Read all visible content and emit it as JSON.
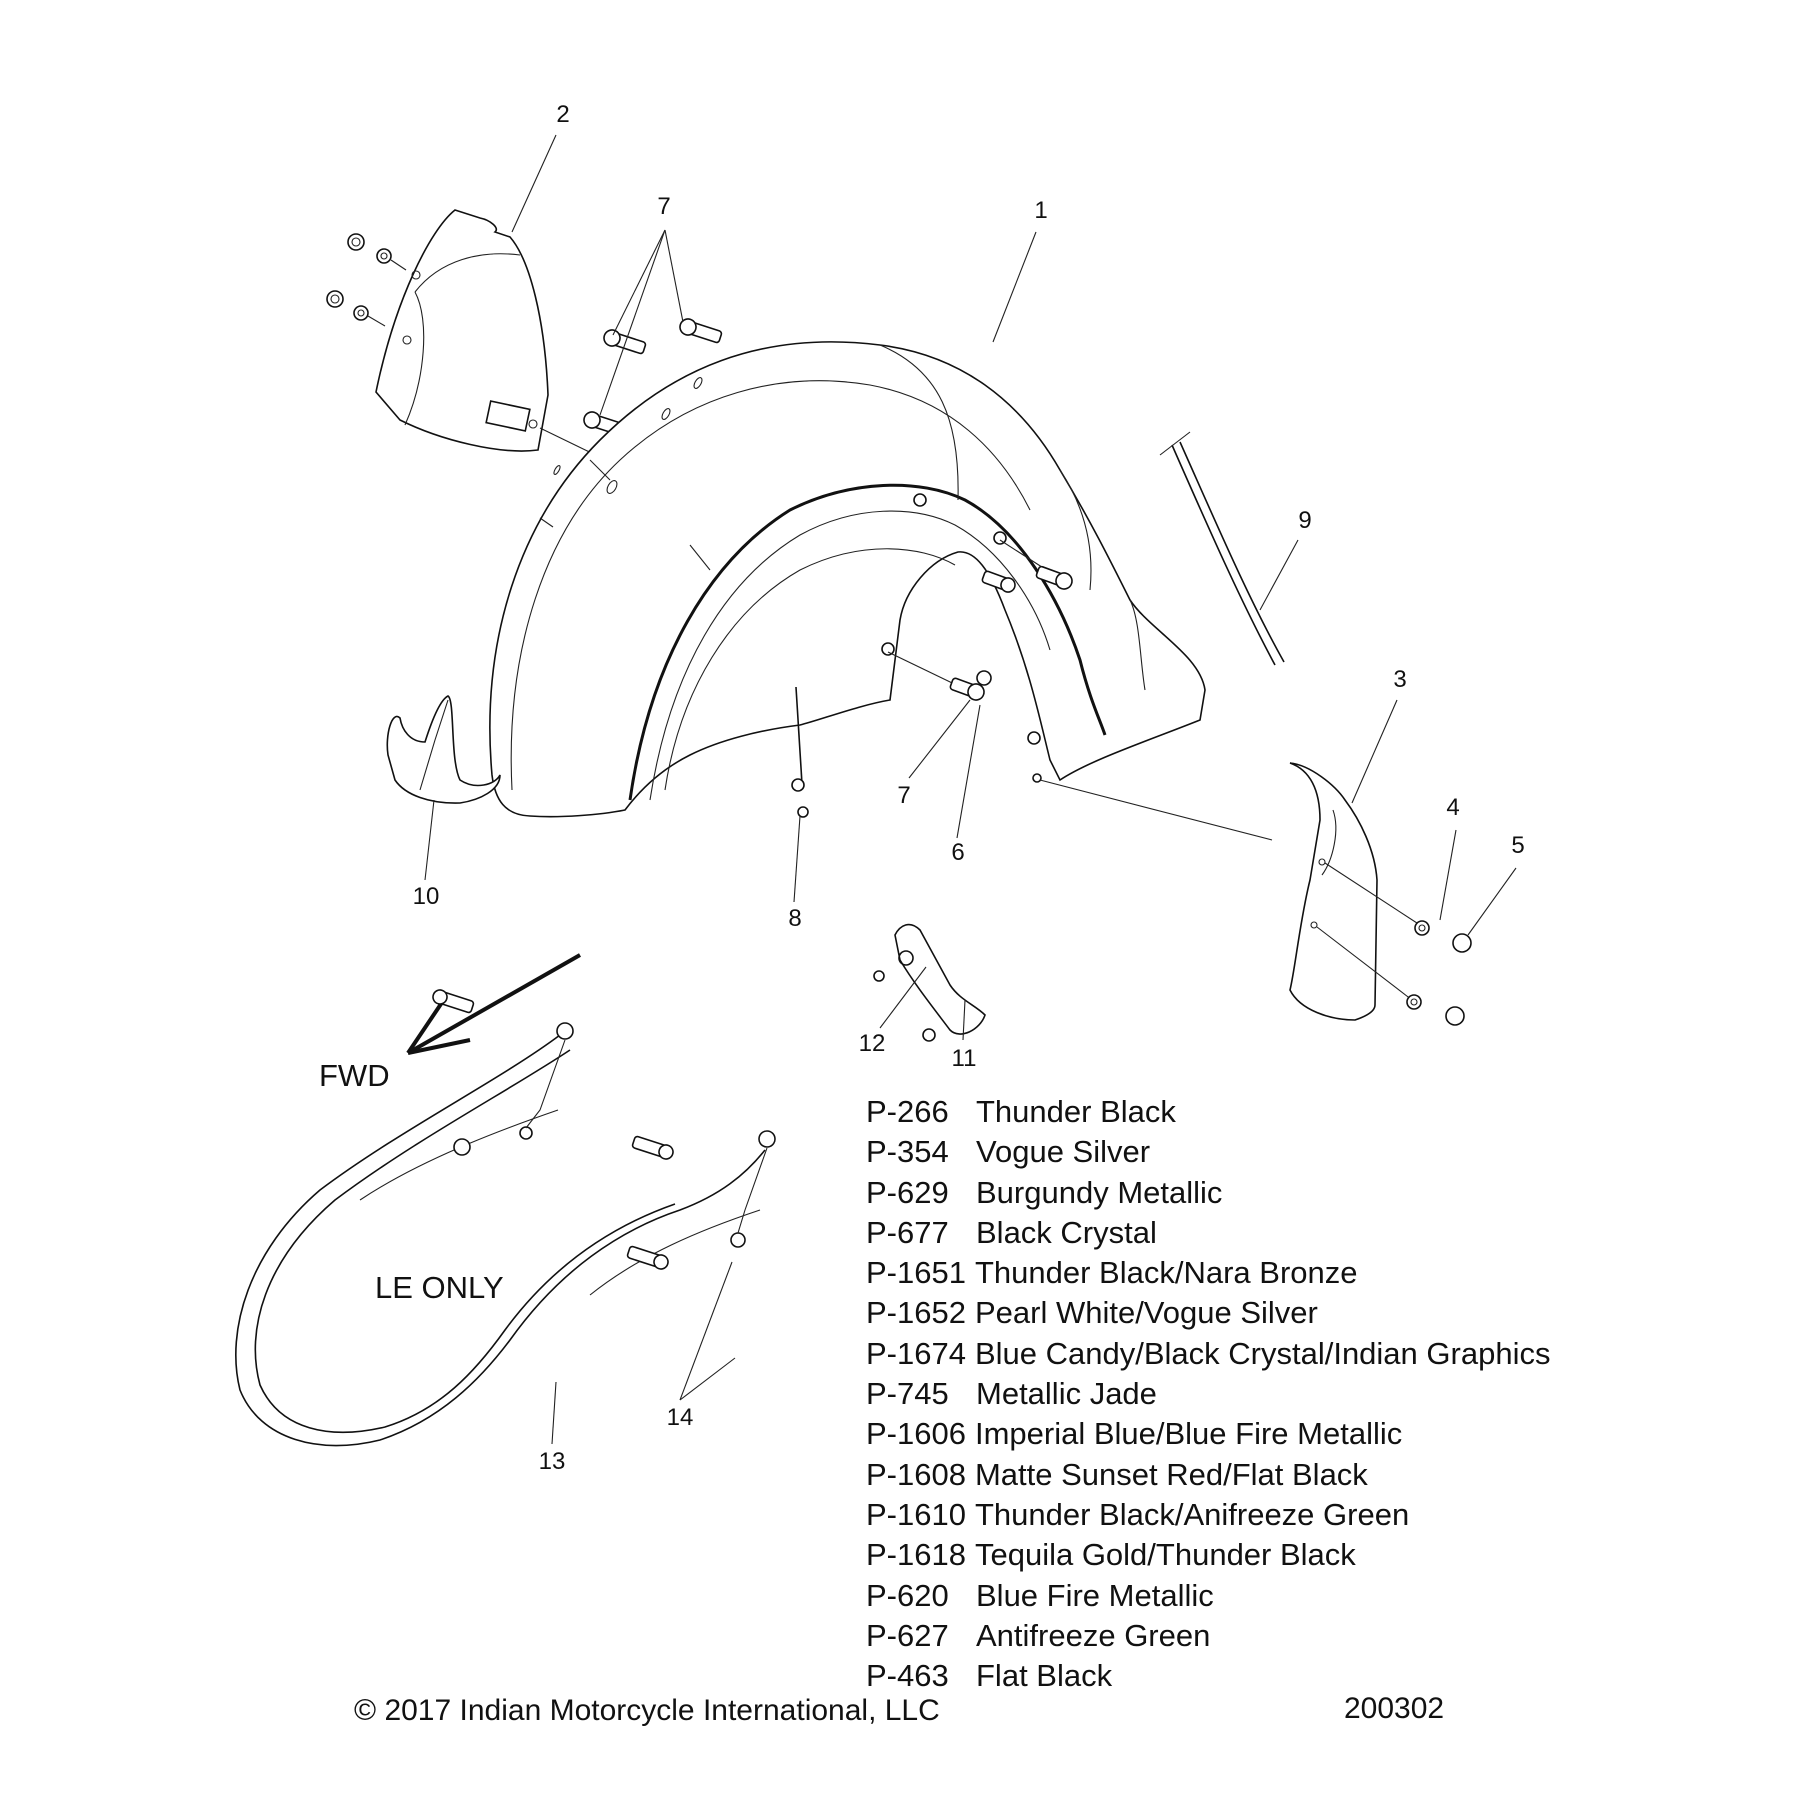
{
  "diagram": {
    "title": "Front Fender Assembly (exploded parts view)",
    "callouts": {
      "c1": "1",
      "c2": "2",
      "c3": "3",
      "c4": "4",
      "c5": "5",
      "c6": "6",
      "c7_top": "7",
      "c7_bottom": "7",
      "c8": "8",
      "c9": "9",
      "c10": "10",
      "c11": "11",
      "c12": "12",
      "c13": "13",
      "c14": "14"
    },
    "direction_label": "FWD",
    "variant_label": "LE ONLY"
  },
  "paint_codes": [
    {
      "code": "P-266",
      "name": "Thunder Black"
    },
    {
      "code": "P-354",
      "name": "Vogue Silver"
    },
    {
      "code": "P-629",
      "name": "Burgundy Metallic"
    },
    {
      "code": "P-677",
      "name": "Black Crystal"
    },
    {
      "code": "P-1651",
      "name": "Thunder Black/Nara Bronze"
    },
    {
      "code": "P-1652",
      "name": "Pearl White/Vogue Silver"
    },
    {
      "code": "P-1674",
      "name": "Blue Candy/Black Crystal/Indian Graphics"
    },
    {
      "code": "P-745",
      "name": "Metallic Jade"
    },
    {
      "code": "P-1606",
      "name": "Imperial Blue/Blue Fire Metallic"
    },
    {
      "code": "P-1608",
      "name": "Matte Sunset Red/Flat Black"
    },
    {
      "code": "P-1610",
      "name": "Thunder Black/Anifreeze Green"
    },
    {
      "code": "P-1618",
      "name": "Tequila Gold/Thunder Black"
    },
    {
      "code": "P-620",
      "name": "Blue Fire Metallic"
    },
    {
      "code": "P-627",
      "name": "Antifreeze Green"
    },
    {
      "code": "P-463",
      "name": "Flat Black"
    }
  ],
  "footer": {
    "copyright": "© 2017 Indian Motorcycle International, LLC",
    "drawing_number": "200302"
  }
}
